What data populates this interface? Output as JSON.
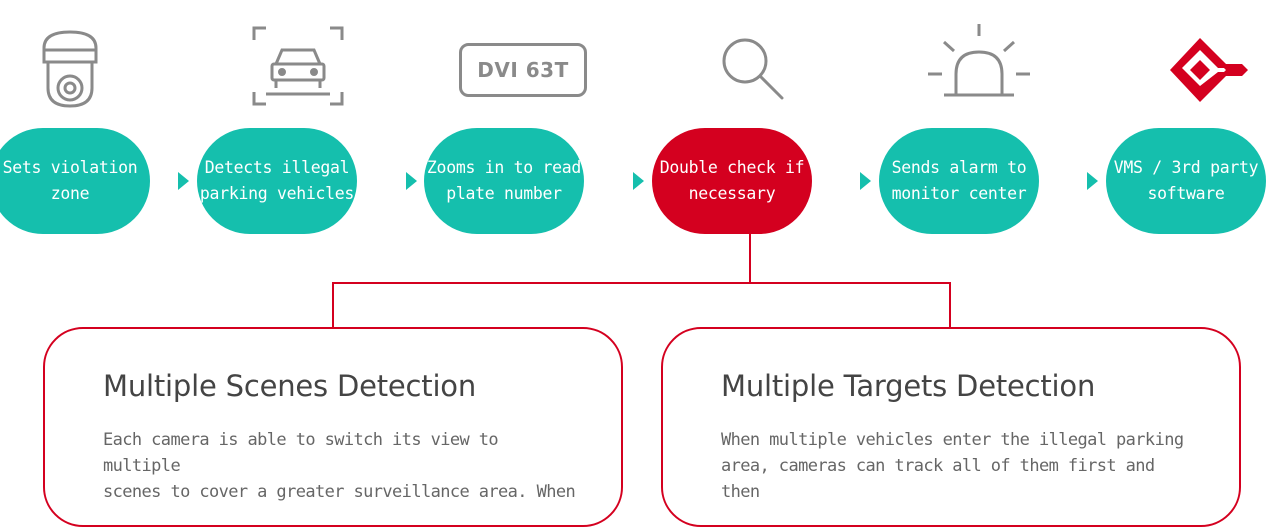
{
  "steps": [
    {
      "label": "Sets violation\nzone",
      "icon": "ptz-camera-icon"
    },
    {
      "label": "Detects illegal\nparking vehicles",
      "icon": "car-detection-icon"
    },
    {
      "label": "Zooms in to read\nplate number",
      "icon": "license-plate-icon"
    },
    {
      "label": "Double check if\nnecessary",
      "icon": "magnifier-icon"
    },
    {
      "label": "Sends alarm to\nmonitor center",
      "icon": "alarm-light-icon"
    },
    {
      "label": "VMS / 3rd party\nsoftware",
      "icon": "brand-logo-icon"
    }
  ],
  "plate_text": "DVI 63T",
  "colors": {
    "teal": "#15bfad",
    "red": "#d4001f",
    "icon_gray": "#8a8a8a"
  },
  "cards": [
    {
      "title": "Multiple Scenes Detection",
      "text": "Each camera is able to switch its view to multiple\nscenes to cover a greater surveillance area. When"
    },
    {
      "title": "Multiple Targets Detection",
      "text": "When multiple vehicles enter the illegal parking\narea, cameras can track all of them first and then"
    }
  ]
}
